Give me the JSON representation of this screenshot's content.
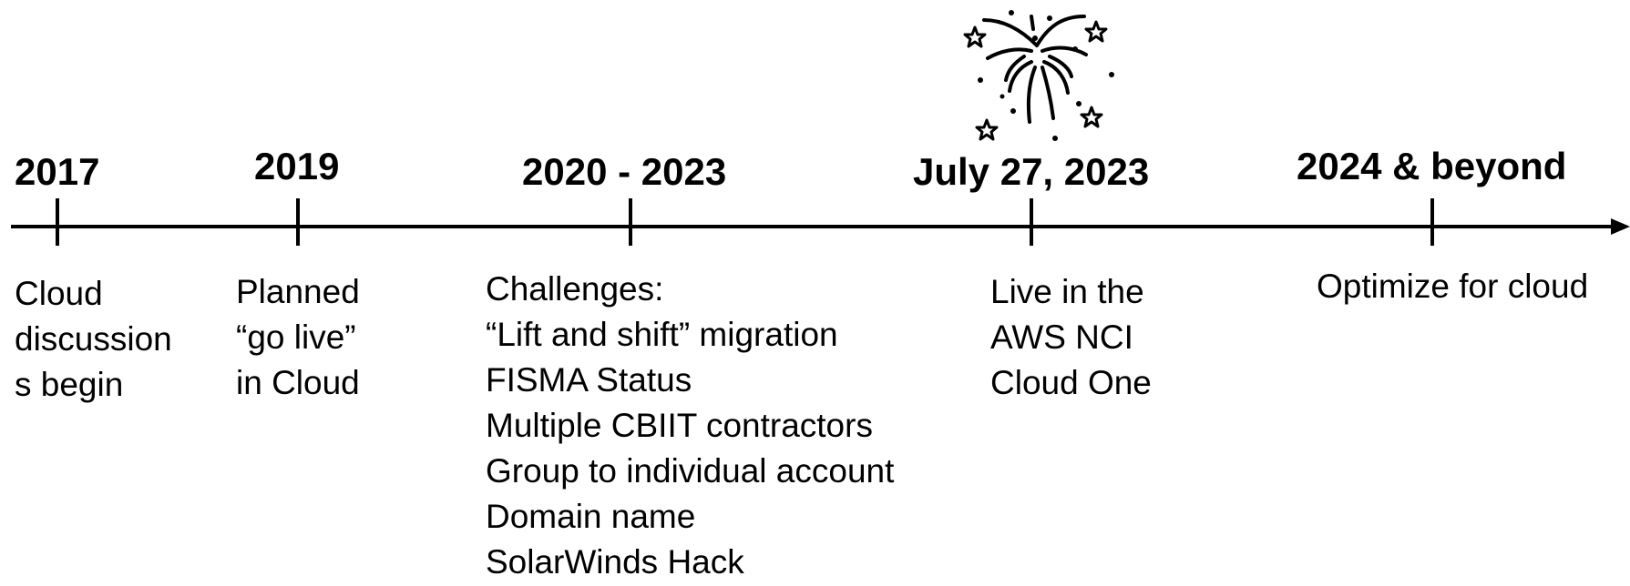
{
  "timeline": {
    "milestones": [
      {
        "id": "2017",
        "label": "2017",
        "lines": [
          "Cloud",
          "discussion",
          "s begin"
        ]
      },
      {
        "id": "2019",
        "label": "2019",
        "lines": [
          "Planned",
          "“go live”",
          "in Cloud"
        ]
      },
      {
        "id": "2020-2023",
        "label": "2020 - 2023",
        "lines": [
          "Challenges:",
          "“Lift and shift” migration",
          "FISMA Status",
          "Multiple CBIIT contractors",
          "Group to individual account",
          "Domain name",
          "SolarWinds Hack"
        ]
      },
      {
        "id": "july-27-2023",
        "label": "July 27, 2023",
        "lines": [
          "Live in the",
          "AWS NCI",
          "Cloud One"
        ]
      },
      {
        "id": "2024-beyond",
        "label": "2024 & beyond",
        "lines": [
          "Optimize for cloud"
        ]
      }
    ],
    "decoration": {
      "icon": "fireworks-icon"
    },
    "colors": {
      "line": "#000000",
      "text": "#000000",
      "background": "#ffffff"
    }
  }
}
